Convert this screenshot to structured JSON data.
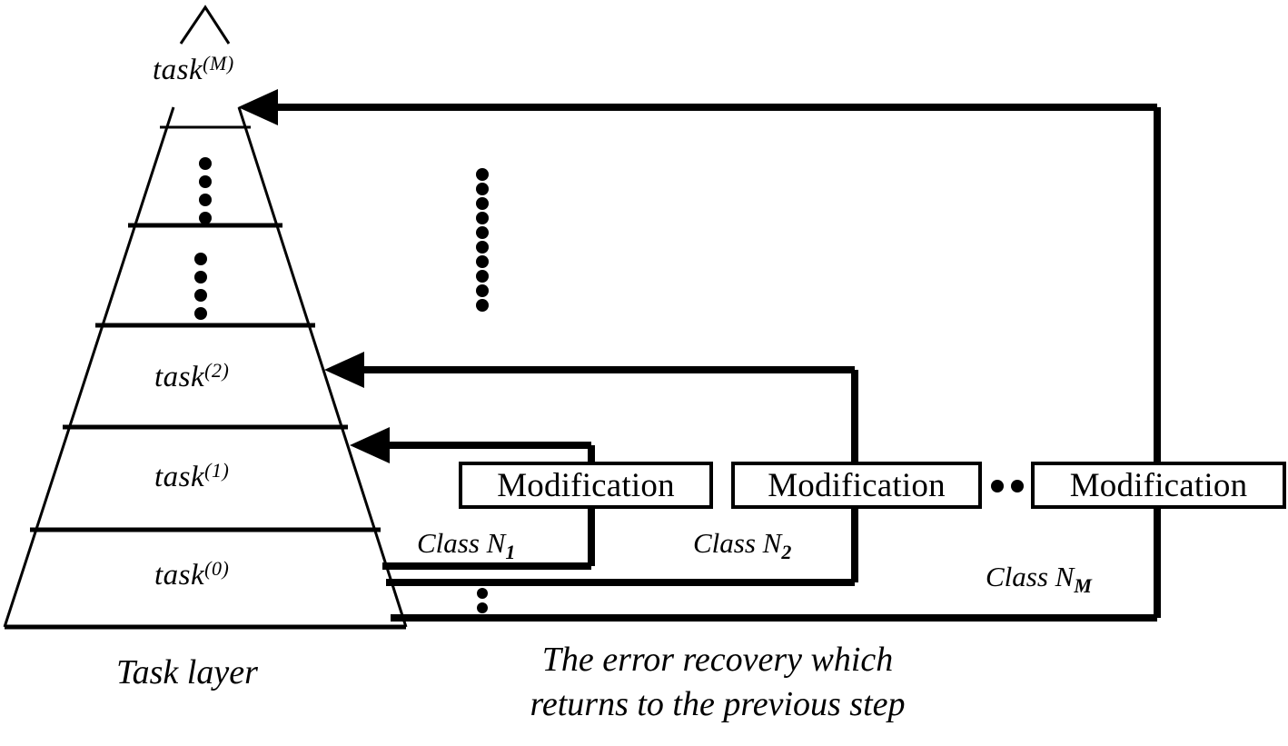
{
  "diagram": {
    "title_caption": {
      "line1": "The error recovery which",
      "line2": "returns to the previous step"
    },
    "pyramid": {
      "axis_label": "Task layer",
      "apex_label": {
        "base": "task",
        "sup": "(M)"
      },
      "levels": [
        {
          "base": "task",
          "sup": "(2)"
        },
        {
          "base": "task",
          "sup": "(1)"
        },
        {
          "base": "task",
          "sup": "(0)"
        }
      ],
      "ellipsis_marks": [
        "vertical-dots",
        "vertical-dots"
      ]
    },
    "modifications": [
      {
        "label": "Modification",
        "class_label": "Class N",
        "class_sub": "1"
      },
      {
        "label": "Modification",
        "class_label": "Class N",
        "class_sub": "2"
      },
      {
        "label": "Modification",
        "class_label": "Class N",
        "class_sub": "M"
      }
    ],
    "between_boxes_ellipsis": "··",
    "colors": {
      "stroke": "#000000",
      "background": "#ffffff",
      "text": "#000000"
    }
  }
}
